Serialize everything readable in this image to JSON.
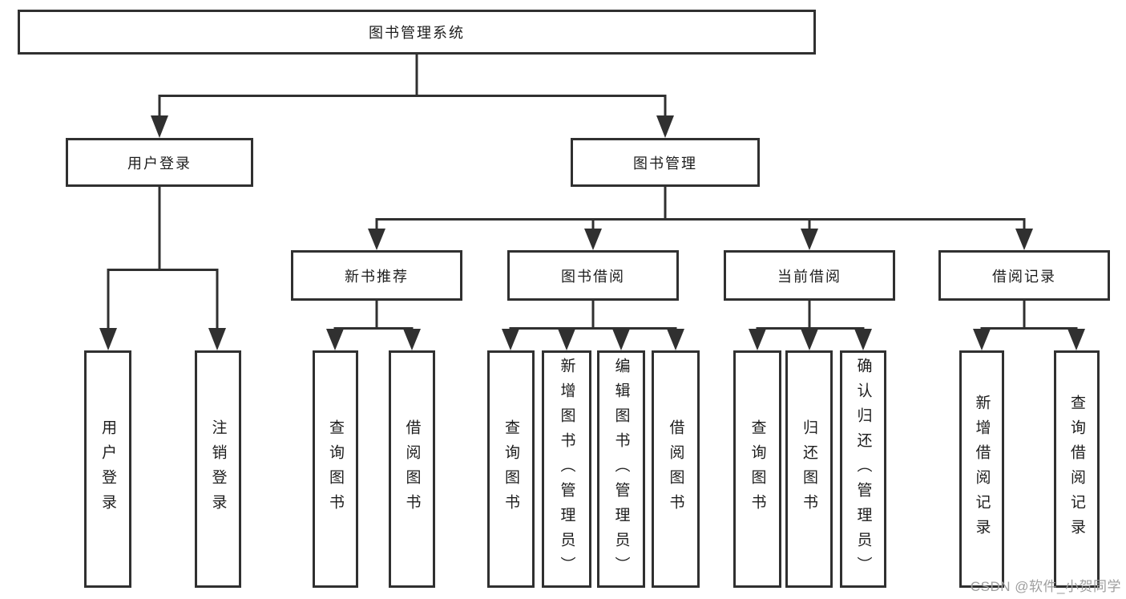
{
  "colors": {
    "line": "#303030",
    "text": "#1d1d1d",
    "background": "#ffffff",
    "watermark": "#9e9e9e"
  },
  "watermark": "CSDN @软件_小贺同学",
  "tree": {
    "label": "图书管理系统",
    "children": [
      {
        "label": "用户登录",
        "children": [
          {
            "label": "用户登录"
          },
          {
            "label": "注销登录"
          }
        ]
      },
      {
        "label": "图书管理",
        "children": [
          {
            "label": "新书推荐",
            "children": [
              {
                "label": "查询图书"
              },
              {
                "label": "借阅图书"
              }
            ]
          },
          {
            "label": "图书借阅",
            "children": [
              {
                "label": "查询图书"
              },
              {
                "label": "新增图书（管理员）"
              },
              {
                "label": "编辑图书（管理员）"
              },
              {
                "label": "借阅图书"
              }
            ]
          },
          {
            "label": "当前借阅",
            "children": [
              {
                "label": "查询图书"
              },
              {
                "label": "归还图书"
              },
              {
                "label": "确认归还（管理员）"
              }
            ]
          },
          {
            "label": "借阅记录",
            "children": [
              {
                "label": "新增借阅记录"
              },
              {
                "label": "查询借阅记录"
              }
            ]
          }
        ]
      }
    ]
  }
}
